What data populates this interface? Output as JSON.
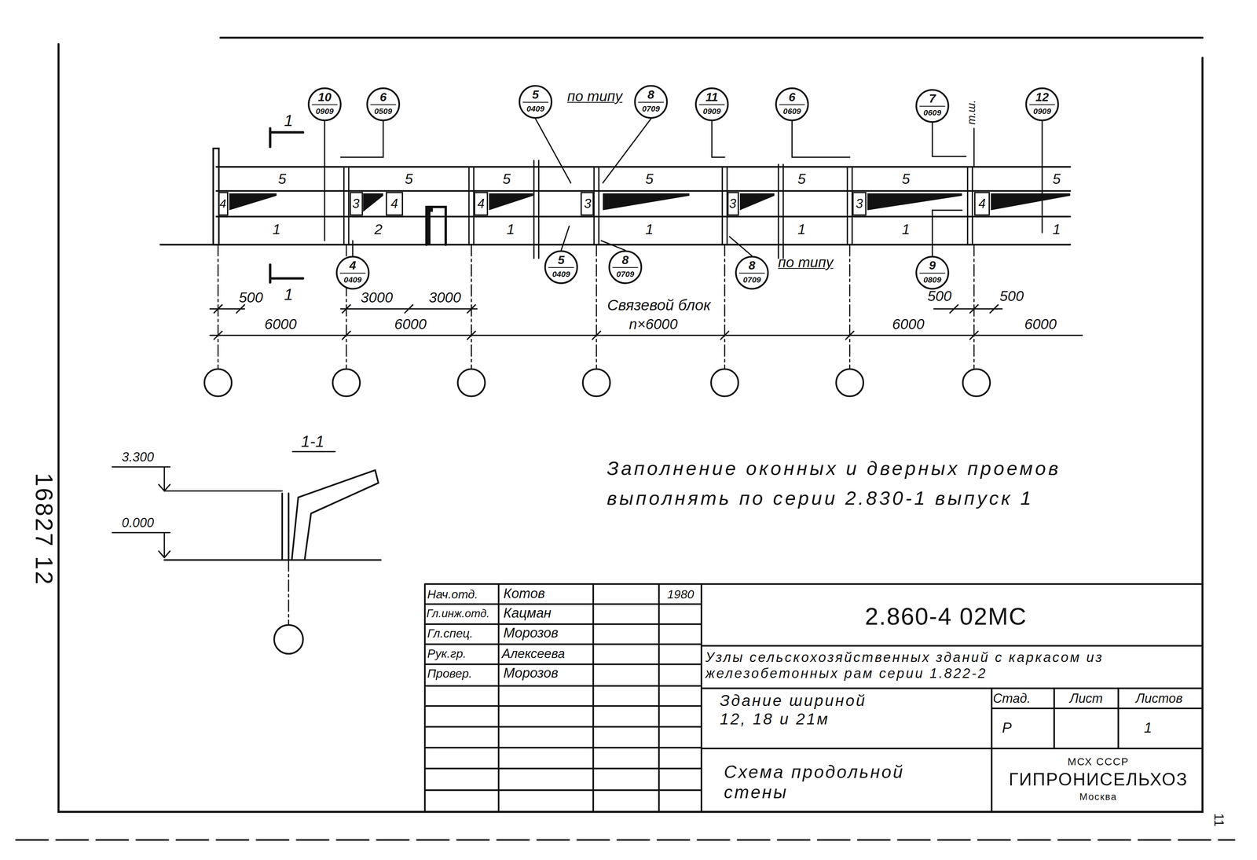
{
  "diagram": {
    "nodes": [
      {
        "text": [
          "10",
          "0909"
        ]
      },
      {
        "text": [
          "6",
          "0509"
        ]
      },
      {
        "text": [
          "5",
          "0409"
        ]
      },
      {
        "text": [
          "8",
          "0709"
        ]
      },
      {
        "text": [
          "11",
          "0909"
        ]
      },
      {
        "text": [
          "6",
          "0609"
        ]
      },
      {
        "text": [
          "7",
          "0609"
        ]
      },
      {
        "text": [
          "12",
          "0909"
        ]
      },
      {
        "text": [
          "4",
          "0409"
        ]
      },
      {
        "text": [
          "5",
          "0409"
        ]
      },
      {
        "text": [
          "8",
          "0709"
        ]
      },
      {
        "text": [
          "8",
          "0709"
        ]
      },
      {
        "text": [
          "9",
          "0809"
        ]
      }
    ],
    "labels": [
      "5",
      "5",
      "5",
      "5",
      "5",
      "5",
      "5",
      "4",
      "3",
      "4",
      "4",
      "3",
      "3",
      "3",
      "4",
      "1",
      "2",
      "1",
      "1",
      "1",
      "1",
      "1",
      "500",
      "3000",
      "3000",
      "6000",
      "6000",
      "Связевой блок",
      "n×6000",
      "6000",
      "500",
      "500",
      "6000",
      "1",
      "1",
      "по типу",
      "по типу",
      "т.ш.",
      "1-1",
      "3.300",
      "0.000",
      "Заполнение оконных и дверных проемов выполнять по серии 2.830-1 выпуск 1",
      "16827 12",
      "11",
      "Нач.отд.",
      "Котов",
      "1980",
      "Гл.инж.отд.",
      "Кацман",
      "Гл.спец.",
      "Морозов",
      "Рук.гр.",
      "Алексеева",
      "Провер.",
      "Морозов",
      "2.860-4 02МС",
      "Узлы сельскохозяйственных зданий с каркасом из железобетонных рам серии 1.822-2",
      "Здание шириной 12, 18 и 21м",
      "Стад.",
      "Лист",
      "Листов",
      "Р",
      "1",
      "Схема продольной стены",
      "МСХ СССР",
      "ГИПРОНИСЕЛЬХОЗ",
      "Москва"
    ]
  }
}
